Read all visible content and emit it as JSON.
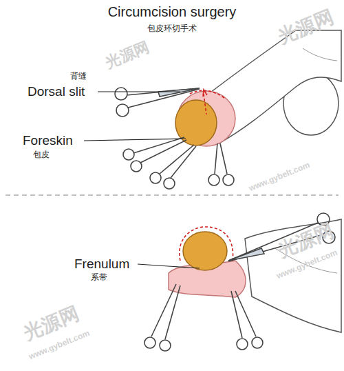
{
  "diagram": {
    "title": "Circumcision surgery",
    "labels": [
      "包皮环切手术",
      "背缝",
      "Dorsal slit",
      "Foreskin",
      "包皮",
      "Frenulum",
      "系带",
      "光源网",
      "光源网",
      "www.gybelt.com",
      "光源网",
      "www.gybelt.com",
      "光源网",
      "www.gybelt.com"
    ]
  }
}
